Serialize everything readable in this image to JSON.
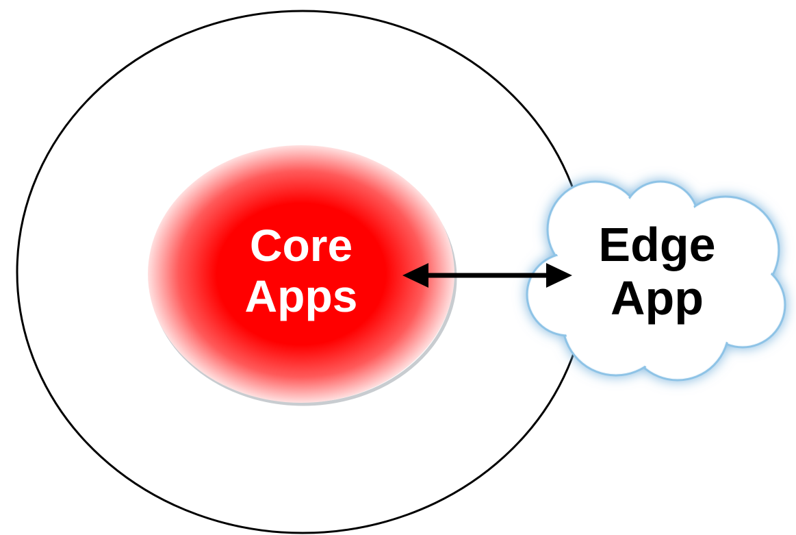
{
  "core": {
    "line1": "Core",
    "line2": "Apps",
    "color": "#ff0000",
    "text_color": "#ffffff"
  },
  "edge": {
    "line1": "Edge",
    "line2": "App",
    "cloud_fill": "#ffffff",
    "cloud_glow": "#7fb6de",
    "text_color": "#000000"
  },
  "connector": {
    "type": "bidirectional-arrow",
    "color": "#000000"
  },
  "outer_boundary": {
    "stroke": "#000000"
  }
}
